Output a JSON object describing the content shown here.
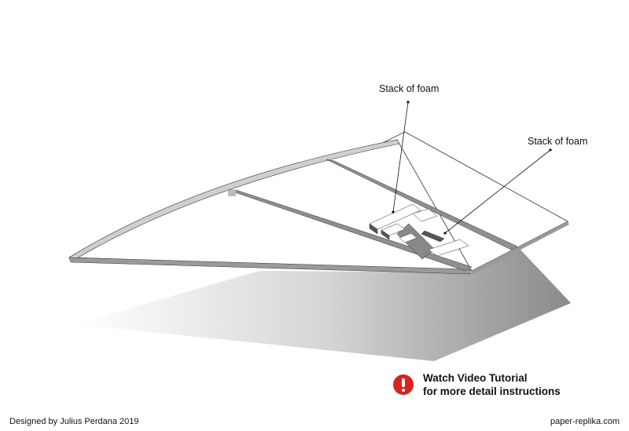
{
  "labels": {
    "foam_stack_1": "Stack of foam",
    "foam_stack_2": "Stack of foam"
  },
  "notice": {
    "icon": "exclamation-circle-icon",
    "line1": "Watch Video Tutorial",
    "line2": "for more detail instructions",
    "icon_color": "#d9231f"
  },
  "footer": {
    "credit": "Designed by Julius Perdana 2019",
    "site": "paper-replika.com"
  }
}
